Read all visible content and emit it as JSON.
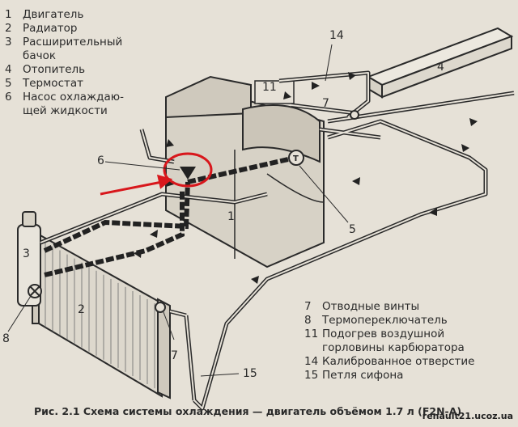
{
  "legend_left": [
    {
      "num": "1",
      "text": "Двигатель"
    },
    {
      "num": "2",
      "text": "Радиатор"
    },
    {
      "num": "3",
      "text": "Расширительный\nбачок"
    },
    {
      "num": "4",
      "text": "Отопитель"
    },
    {
      "num": "5",
      "text": "Термостат"
    },
    {
      "num": "6",
      "text": "Насос охлаждаю-\nщей жидкости"
    }
  ],
  "legend_right": [
    {
      "num": "7",
      "text": "Отводные винты"
    },
    {
      "num": "8",
      "text": "Термопереключатель"
    },
    {
      "num": "11",
      "text": "Подогрев воздушной\nгорловины карбюратора"
    },
    {
      "num": "14",
      "text": "Калиброванное отверстие"
    },
    {
      "num": "15",
      "text": "Петля сифона"
    }
  ],
  "callouts": {
    "engine": "1",
    "radiator": "2",
    "tank": "3",
    "heater": "4",
    "thermostat": "5",
    "pump": "6",
    "screw_top": "7",
    "screw_radiator": "7",
    "thermo_switch": "8",
    "carb_heater": "11",
    "orifice": "14",
    "siphon": "15",
    "thermostat_symbol": "T"
  },
  "caption": "Рис. 2.1 Схема системы охлаждения — двигатель объёмом 1.7 л (F2N-A)",
  "watermark": "renault21.ucoz.ua",
  "colors": {
    "highlight": "#d8171c",
    "ink": "#2a2a2a",
    "background": "#e6e1d7"
  }
}
